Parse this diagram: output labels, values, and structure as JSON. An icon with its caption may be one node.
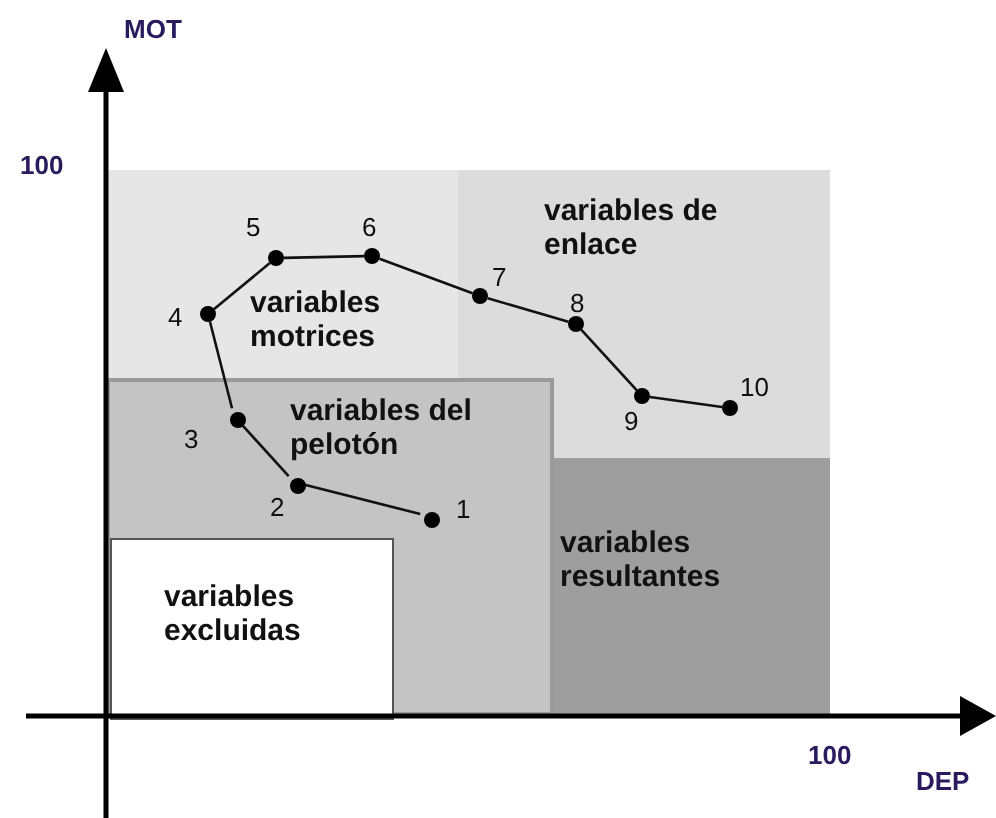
{
  "diagram": {
    "nodes": [
      {
        "text": [
          "variables motrices"
        ]
      },
      {
        "text": [
          "variables de enlace"
        ]
      },
      {
        "text": [
          "variables del pelotón"
        ]
      },
      {
        "text": [
          "variables excluidas"
        ],
        "in": 2
      },
      {
        "text": [
          "variables resultantes"
        ]
      },
      {
        "text": [],
        "shape": "circle",
        "beside": [
          "1"
        ],
        "in": 2
      },
      {
        "text": [],
        "shape": "circle",
        "beside": [
          "2"
        ],
        "in": 2
      },
      {
        "text": [],
        "shape": "circle",
        "beside": [
          "3"
        ],
        "in": 2
      },
      {
        "text": [],
        "shape": "circle",
        "beside": [
          "4"
        ],
        "in": 0
      },
      {
        "text": [],
        "shape": "circle",
        "beside": [
          "5"
        ],
        "in": 0
      },
      {
        "text": [],
        "shape": "circle",
        "beside": [
          "6"
        ],
        "in": 0
      },
      {
        "text": [],
        "shape": "circle",
        "beside": [
          "7"
        ],
        "in": 1
      },
      {
        "text": [],
        "shape": "circle",
        "beside": [
          "8"
        ],
        "in": 1
      },
      {
        "text": [],
        "shape": "circle",
        "beside": [
          "9"
        ],
        "in": 1
      },
      {
        "text": [],
        "shape": "circle",
        "beside": [
          "10"
        ],
        "in": 1
      }
    ],
    "edges": [
      {
        "from": 5,
        "to": 6,
        "arrow": "none"
      },
      {
        "from": 6,
        "to": 7,
        "arrow": "none"
      },
      {
        "from": 7,
        "to": 8,
        "arrow": "none"
      },
      {
        "from": 8,
        "to": 9,
        "arrow": "none"
      },
      {
        "from": 9,
        "to": 10,
        "arrow": "none"
      },
      {
        "from": 10,
        "to": 11,
        "arrow": "none"
      },
      {
        "from": 11,
        "to": 12,
        "arrow": "none"
      },
      {
        "from": 12,
        "to": 13,
        "arrow": "none"
      },
      {
        "from": 13,
        "to": 14,
        "arrow": "none"
      }
    ],
    "labels": [
      "MOT",
      "100",
      "100",
      "DEP"
    ]
  }
}
